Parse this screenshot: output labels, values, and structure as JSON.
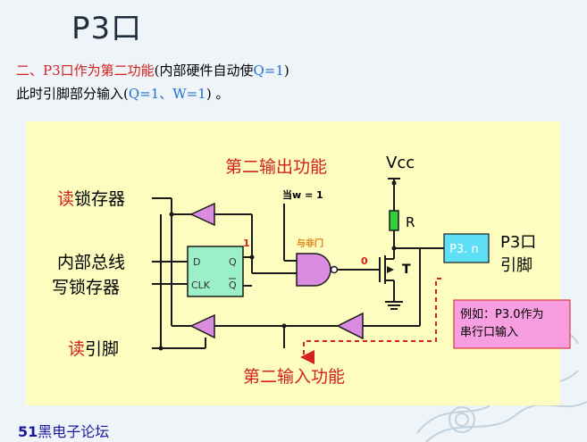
{
  "slide": {
    "title": "P3口",
    "line1": {
      "part_a": "二、P3口作为第二功能",
      "part_b": "(内部硬件自动使",
      "part_c": "Q=1",
      "part_d": ")"
    },
    "line2": {
      "part_a": "此时引脚部分输入(",
      "part_b": "Q=1、W=1",
      "part_c": ") 。"
    }
  },
  "diagram": {
    "label_second_output": "第二输出功能",
    "label_when_w": "当w = 1",
    "label_vcc": "Vcc",
    "label_r": "R",
    "label_read_latch": "读锁存器",
    "label_read_latch_a": "读",
    "label_read_latch_b": "锁存器",
    "label_internal_bus": "内部总线",
    "label_write_latch": "写锁存器",
    "label_read_pin_a": "读",
    "label_read_pin_b": "引脚",
    "label_second_input": "第二输入功能",
    "label_nand": "与非门",
    "label_one": "1",
    "label_zero": "0",
    "label_t": "T",
    "label_d": "D",
    "label_q": "Q",
    "label_clk": "CLK",
    "label_qbar": "Q",
    "label_p3n": "P3. n",
    "label_p3_port": "P3口",
    "label_pin": "引脚",
    "callout_line1": "例如：P3.0作为",
    "callout_line2": "串行口输入",
    "colors": {
      "panel": "#fdfdc0",
      "triangle": "#d98ce0",
      "latch": "#9cf0c8",
      "p3n_box": "#5fdff5",
      "callout": "#f79ee0",
      "red": "#d42020",
      "blue": "#1f6fd0"
    }
  },
  "footer": {
    "num": "51",
    "text": "黑电子论坛"
  }
}
